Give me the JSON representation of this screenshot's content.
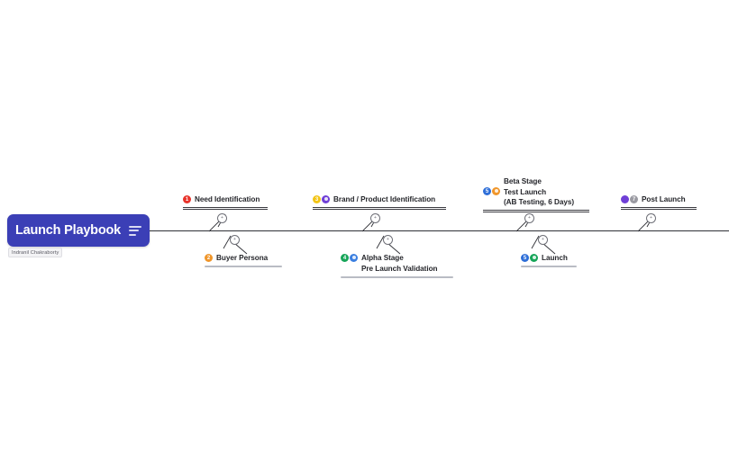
{
  "document": {
    "title": "Launch Playbook",
    "author": "Indranil Chakraborty",
    "type": "mindmap-timeline"
  },
  "root": {
    "label": "Launch Playbook",
    "icon": "list-icon",
    "color": "#3b3fb6"
  },
  "timeline": {
    "axis_color": "#2f3036",
    "nodes": [
      {
        "id": "need-identification",
        "position": "above",
        "number": "1",
        "number_color": "#e8332a",
        "secondary_icon": null,
        "lines": [
          "Need Identification"
        ],
        "underline": "double"
      },
      {
        "id": "buyer-persona",
        "position": "below",
        "number": "2",
        "number_color": "#f0962b",
        "secondary_icon": null,
        "lines": [
          "Buyer Persona"
        ],
        "underline": "single"
      },
      {
        "id": "brand-product-identification",
        "position": "above",
        "number": "3",
        "number_color": "#f2c416",
        "secondary_icon": "#6f3fd6",
        "lines": [
          "Brand / Product Identification"
        ],
        "underline": "double"
      },
      {
        "id": "alpha-stage",
        "position": "below",
        "number": "4",
        "number_color": "#17a559",
        "secondary_icon": "#3b7fe0",
        "lines": [
          "Alpha Stage",
          "Pre Launch Validation"
        ],
        "underline": "single"
      },
      {
        "id": "beta-stage",
        "position": "above",
        "number": "5",
        "number_color": "#2f6fd8",
        "secondary_icon": "#f0962b",
        "lines": [
          "Beta Stage",
          "Test Launch",
          "(AB Testing, 6 Days)"
        ],
        "underline": "double"
      },
      {
        "id": "launch",
        "position": "below",
        "number": "5",
        "number_color": "#2f6fd8",
        "secondary_icon": "#17a559",
        "lines": [
          "Launch"
        ],
        "underline": "single"
      },
      {
        "id": "post-launch",
        "position": "above",
        "number": "",
        "number_color": "#6f3fd6",
        "secondary_icon": "#9a9aa2",
        "secondary_label": "7",
        "lines": [
          "Post Launch"
        ],
        "underline": "double"
      }
    ],
    "toggles": [
      {
        "id": "toggle-1",
        "label": "+"
      },
      {
        "id": "toggle-2",
        "label": "+"
      },
      {
        "id": "toggle-3",
        "label": "+"
      },
      {
        "id": "toggle-4",
        "label": "+"
      },
      {
        "id": "toggle-5",
        "label": "+"
      },
      {
        "id": "toggle-6",
        "label": "+"
      },
      {
        "id": "toggle-7",
        "label": "+"
      }
    ]
  }
}
